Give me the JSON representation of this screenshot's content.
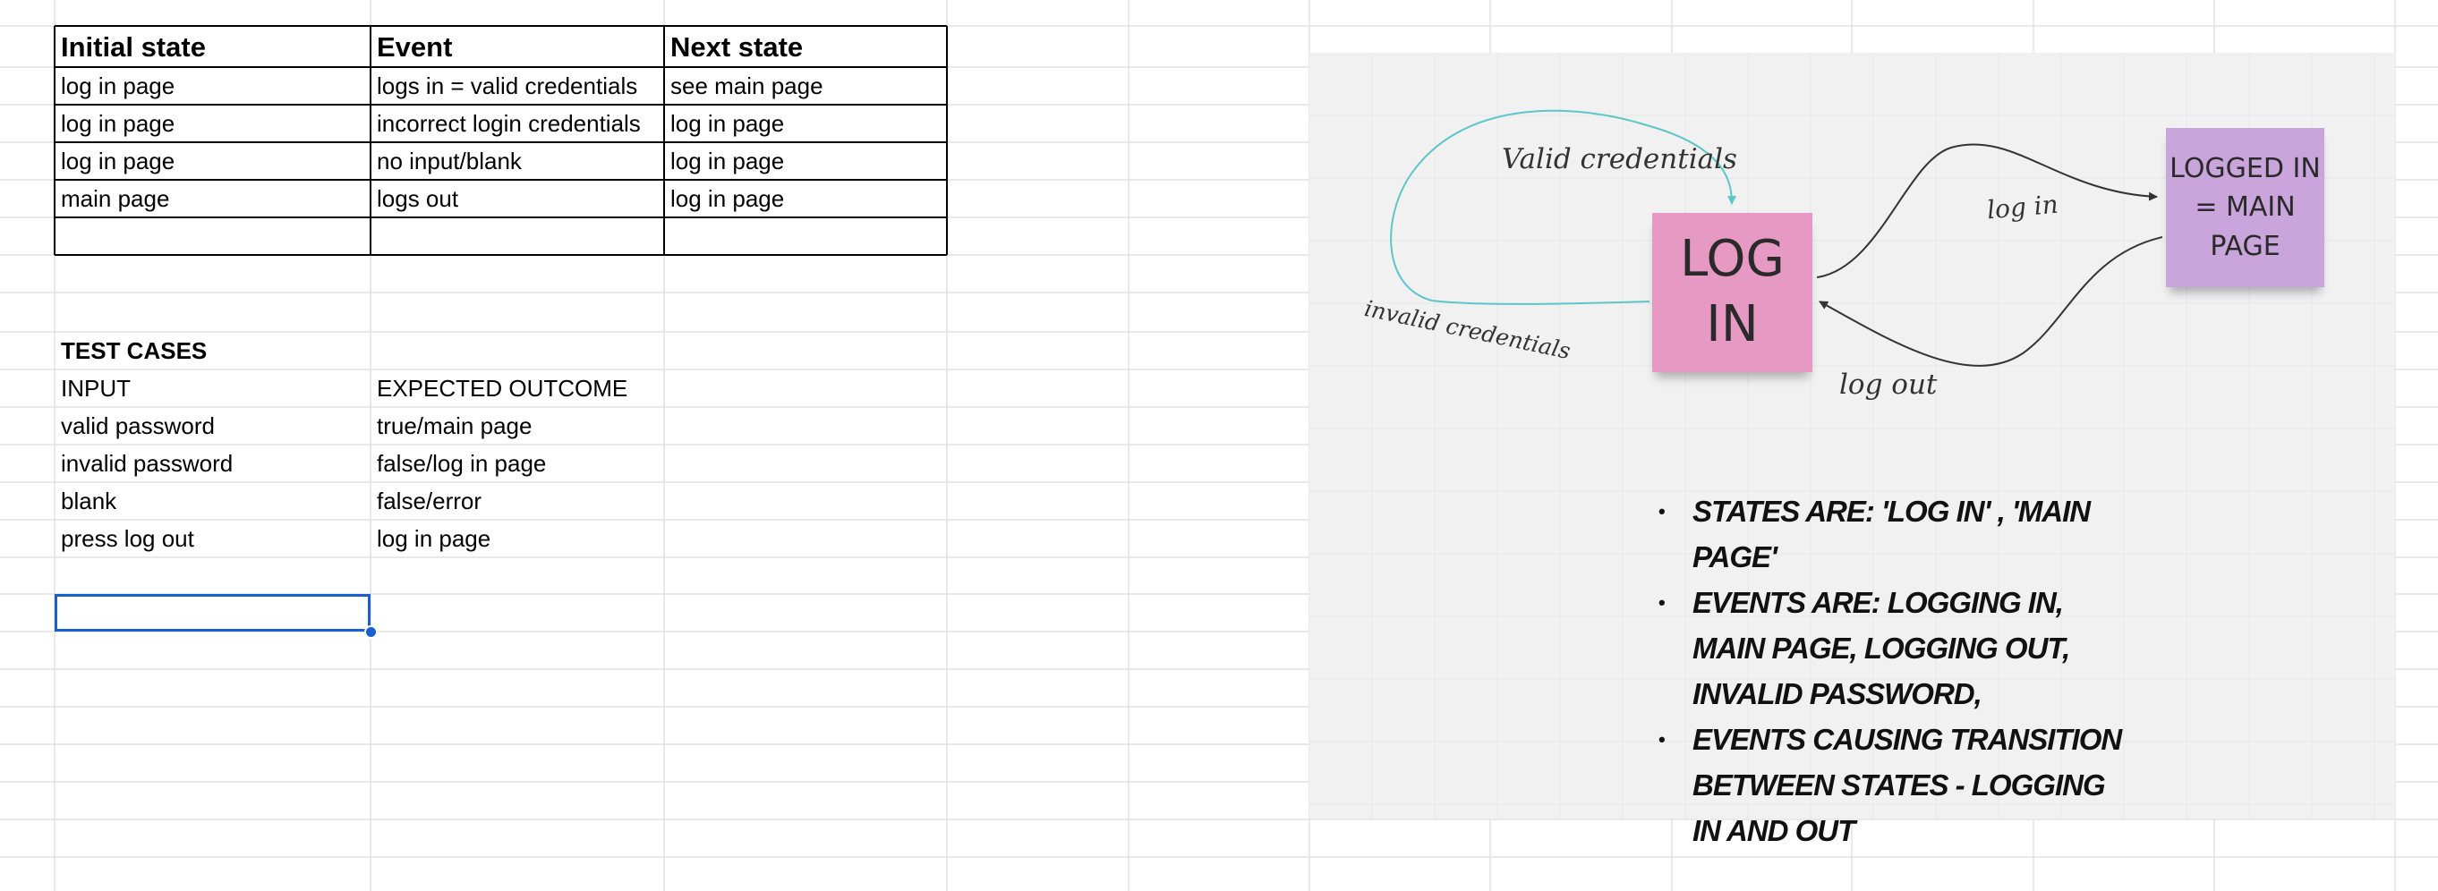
{
  "state_table": {
    "headers": [
      "Initial state",
      "Event",
      "Next state"
    ],
    "rows": [
      [
        "log in page",
        "logs in = valid credentials",
        "see main page"
      ],
      [
        "log in page",
        "incorrect login credentials",
        "log in page"
      ],
      [
        "log in page",
        "no input/blank",
        "log in page"
      ],
      [
        "main page",
        "logs out",
        "log in page"
      ],
      [
        "",
        "",
        ""
      ]
    ]
  },
  "test_cases": {
    "title": "TEST CASES",
    "headers": [
      "INPUT",
      "EXPECTED OUTCOME"
    ],
    "rows": [
      [
        "valid password",
        "true/main page"
      ],
      [
        "invalid password",
        "false/log in page"
      ],
      [
        "blank",
        "false/error"
      ],
      [
        "press log out",
        "log in page"
      ]
    ]
  },
  "diagram": {
    "login_note": "LOG IN",
    "logged_in_note": "LOGGED IN = MAIN PAGE",
    "labels": {
      "valid_credentials": "Valid credentials",
      "invalid_credentials": "invalid credentials",
      "log_in": "log in",
      "log_out": "log out"
    },
    "colors": {
      "login_note": "#e69ac3",
      "logged_in_note": "#c9a5dc",
      "valid_arrow": "#5cc6c9",
      "arrow": "#333333",
      "selection": "#1a5fd0"
    },
    "bullets": [
      "States are: 'log in' , 'main page'",
      "events are: logging in, main page, logging out, invalid password,",
      "events causing transition between states - logging in and out"
    ]
  }
}
